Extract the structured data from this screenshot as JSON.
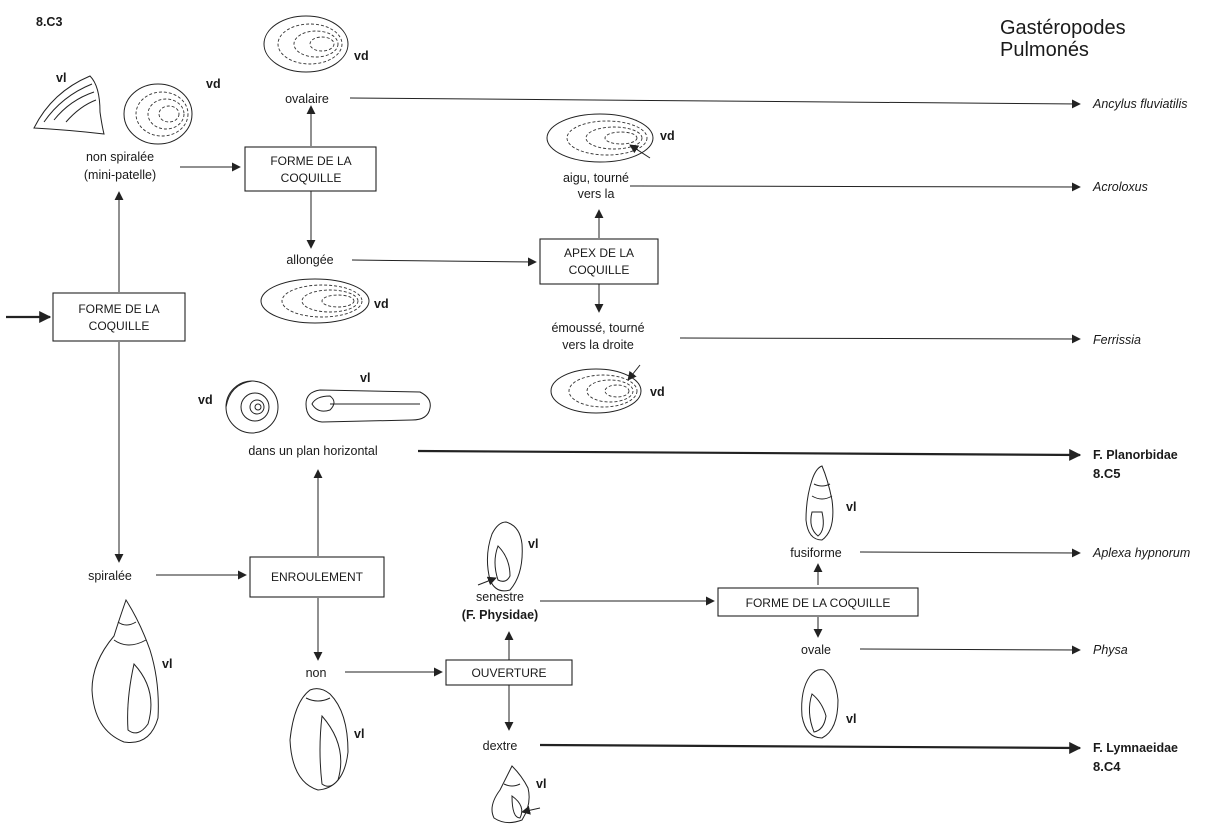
{
  "header": {
    "code": "8.C3",
    "title_line1": "Gastéropodes",
    "title_line2": "Pulmonés"
  },
  "views": {
    "vd": "vd",
    "vl": "vl"
  },
  "boxes": {
    "forme_root": [
      "FORME DE LA",
      "COQUILLE"
    ],
    "forme_top": [
      "FORME DE LA",
      "COQUILLE"
    ],
    "apex": [
      "APEX DE LA",
      "COQUILLE"
    ],
    "enroulement": "ENROULEMENT",
    "ouverture": "OUVERTURE",
    "forme_physidae": "FORME DE LA COQUILLE"
  },
  "labels": {
    "non_spiralee": [
      "non spiralée",
      "(mini-patelle)"
    ],
    "ovalaire": "ovalaire",
    "allongee": "allongée",
    "aigu": [
      "aigu, tourné",
      "vers la"
    ],
    "emousse": [
      "émoussé, tourné",
      "vers la droite"
    ],
    "spiralee": "spiralée",
    "plan_horizontal": "dans un plan horizontal",
    "non": "non",
    "senestre": [
      "senestre",
      "(F. Physidae)"
    ],
    "dextre": "dextre",
    "fusiforme": "fusiforme",
    "ovale": "ovale"
  },
  "taxa": {
    "ancylus": "Ancylus fluviatilis",
    "acroloxus": "Acroloxus",
    "ferrissia": "Ferrissia",
    "planorbidae": "F. Planorbidae",
    "planorbidae_code": "8.C5",
    "aplexa": "Aplexa hypnorum",
    "physa": "Physa",
    "lymnaeidae": "F. Lymnaeidae",
    "lymnaeidae_code": "8.C4"
  }
}
